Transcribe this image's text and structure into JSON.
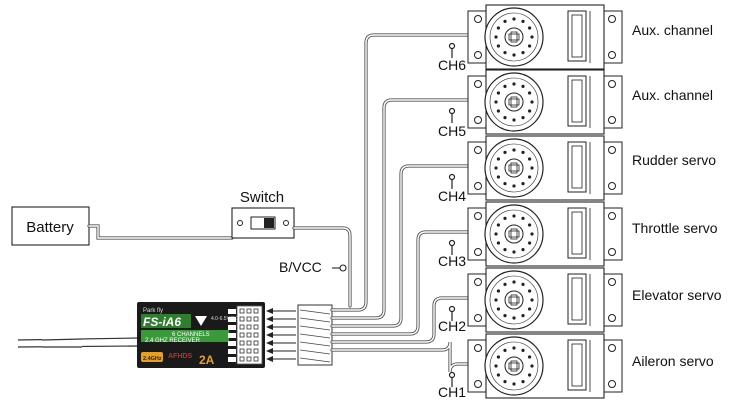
{
  "battery": {
    "label": "Battery"
  },
  "switch": {
    "label": "Switch"
  },
  "bvcc": {
    "label": "B/VCC"
  },
  "receiver": {
    "brand": "Park fly",
    "model": "FS-iA6",
    "voltage": "4.0-6.5V/DC",
    "line1": "6 CHANNELS",
    "line2": "2.4 GHZ RECEIVER",
    "protocol": "AFHDS",
    "version": "2A",
    "freq_badge": "2.4GHz"
  },
  "servos": [
    {
      "channel": "CH6",
      "label": "Aux. channel"
    },
    {
      "channel": "CH5",
      "label": "Aux. channel"
    },
    {
      "channel": "CH4",
      "label": "Rudder servo"
    },
    {
      "channel": "CH3",
      "label": "Throttle servo"
    },
    {
      "channel": "CH2",
      "label": "Elevator servo"
    },
    {
      "channel": "CH1",
      "label": "Aileron servo"
    }
  ],
  "colors": {
    "receiver_body": "#1a1a1a",
    "receiver_green": "#3a9a3a",
    "receiver_logo_bg": "#2f7d2f",
    "badge": "#e8a020",
    "accent_red": "#c03020"
  }
}
